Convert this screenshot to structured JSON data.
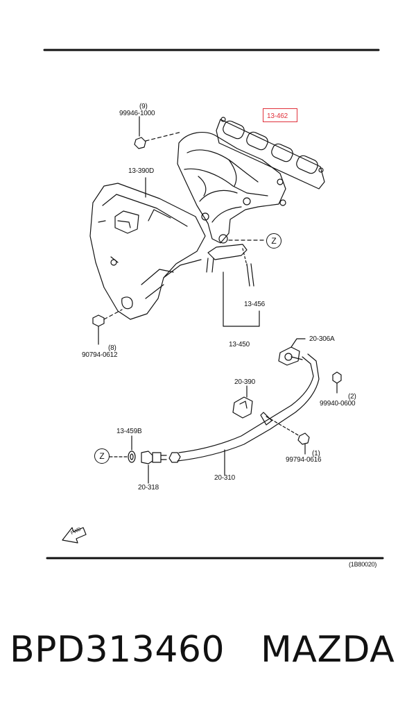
{
  "diagram": {
    "labels": {
      "gasket_num": "(9)",
      "gasket_id": "99946-1000",
      "highlight": "13-462",
      "heat_insulator": "13-390D",
      "stud": "13-456",
      "bolt_num": "(8)",
      "bolt_id": "90794-0612",
      "manifold": "13-450",
      "gasket2": "20-306A",
      "nut_num": "(2)",
      "nut_id": "99940-0600",
      "bracket": "20-390",
      "washer": "13-459B",
      "bolt2_num": "(1)",
      "bolt2_id": "99794-0616",
      "pipe": "20-310",
      "fitting": "20-318",
      "z": "Z",
      "fwd": "FWD",
      "code": "(1B80020)"
    }
  },
  "title": {
    "part_number": "BPD313460",
    "brand": "MAZDA"
  },
  "colors": {
    "highlight": "#e0303a",
    "ink": "#111111"
  }
}
